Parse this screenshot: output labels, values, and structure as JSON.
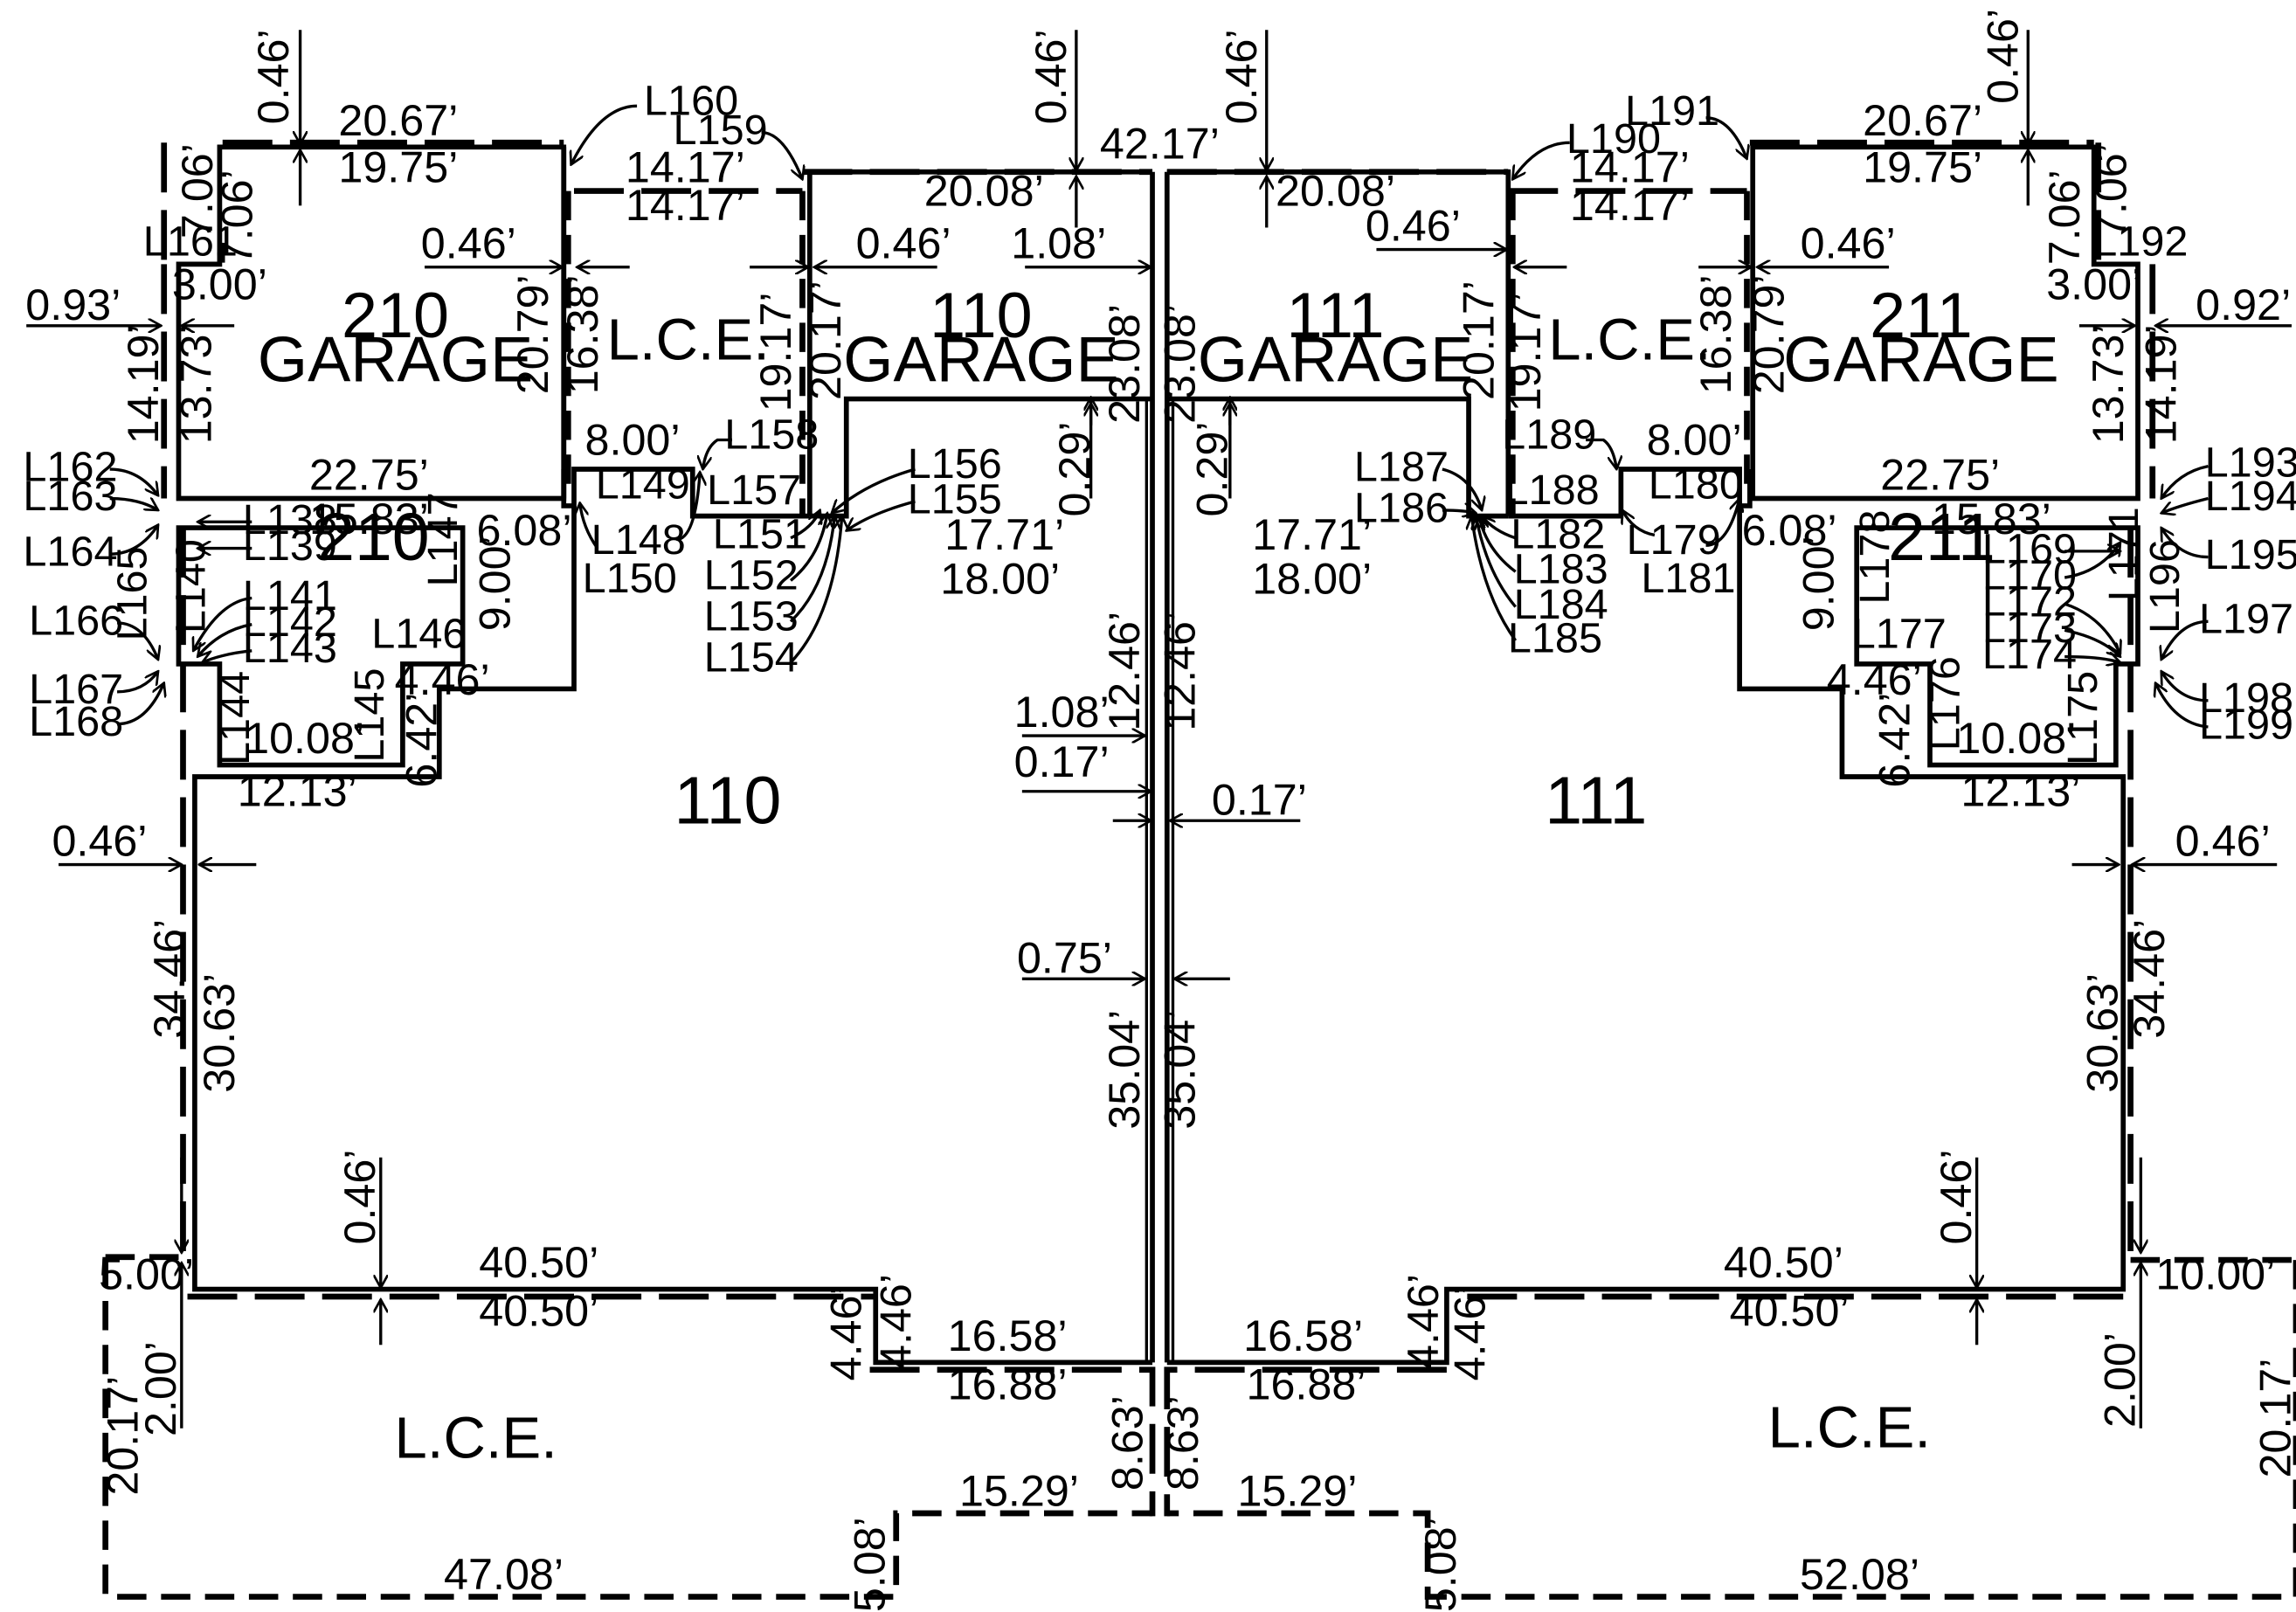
{
  "units": {
    "u110": "110",
    "u111": "111",
    "u210": "210",
    "u211": "211"
  },
  "rooms": {
    "g210": [
      "210",
      "GARAGE"
    ],
    "g110": [
      "110",
      "GARAGE"
    ],
    "g111": [
      "111",
      "GARAGE"
    ],
    "g211": [
      "211",
      "GARAGE"
    ],
    "lce": "L.C.E."
  },
  "dimensions": {
    "d0_46": "0.46’",
    "d20_67": "20.67’",
    "d19_75": "19.75’",
    "d7_06": "7.06’",
    "d14_17": "14.17’",
    "d42_17": "42.17’",
    "d20_08": "20.08’",
    "d1_08": "1.08’",
    "d3_00": "3.00’",
    "d0_93": "0.93’",
    "d0_92": "0.92’",
    "d14_19": "14.19’",
    "d13_73": "13.73’",
    "d20_79": "20.79’",
    "d16_38": "16.38’",
    "d19_17": "19.17’",
    "d20_17": "20.17’",
    "d23_08": "23.08’",
    "d8_00": "8.00’",
    "d22_75": "22.75’",
    "d15_83": "15.83’",
    "d6_08": "6.08’",
    "d9_00": "9.00’",
    "d0_29": "0.29’",
    "d17_71": "17.71’",
    "d18_00": "18.00’",
    "d4_46": "4.46’",
    "d6_42": "6.42’",
    "d10_08": "10.08’",
    "d12_13": "12.13’",
    "d12_46": "12.46’",
    "d0_17": "0.17’",
    "d34_46": "34.46’",
    "d30_63": "30.63’",
    "d0_75": "0.75’",
    "d35_04": "35.04’",
    "d40_50": "40.50’",
    "d5_00": "5.00’",
    "d10_00": "10.00’",
    "d2_00": "2.00’",
    "d16_58": "16.58’",
    "d16_88": "16.88’",
    "d8_63": "8.63’",
    "d15_29": "15.29’",
    "d5_08": "5.08’",
    "d47_08": "47.08’",
    "d52_08": "52.08’"
  },
  "lines": {
    "l138": "L138",
    "l139": "L139",
    "l140": "L140",
    "l141": "L141",
    "l142": "L142",
    "l143": "L143",
    "l144": "L144",
    "l145": "L145",
    "l146": "L146",
    "l147": "L147",
    "l148": "L148",
    "l149": "L149",
    "l150": "L150",
    "l151": "L151",
    "l152": "L152",
    "l153": "L153",
    "l154": "L154",
    "l155": "L155",
    "l156": "L156",
    "l157": "L157",
    "l158": "L158",
    "l159": "L159",
    "l160": "L160",
    "l161": "L161",
    "l162": "L162",
    "l163": "L163",
    "l164": "L164",
    "l165": "L165",
    "l166": "L166",
    "l167": "L167",
    "l168": "L168",
    "l169": "L169",
    "l170": "L170",
    "l171": "L171",
    "l172": "L172",
    "l173": "L173",
    "l174": "L174",
    "l175": "L175",
    "l176": "L176",
    "l177": "L177",
    "l178": "L178",
    "l179": "L179",
    "l180": "L180",
    "l181": "L181",
    "l182": "L182",
    "l183": "L183",
    "l184": "L184",
    "l185": "L185",
    "l186": "L186",
    "l187": "L187",
    "l188": "L188",
    "l189": "L189",
    "l190": "L190",
    "l191": "L191",
    "l192": "L192",
    "l193": "L193",
    "l194": "L194",
    "l195": "L195",
    "l196": "L196",
    "l197": "L197",
    "l198": "L198",
    "l199": "L199"
  }
}
